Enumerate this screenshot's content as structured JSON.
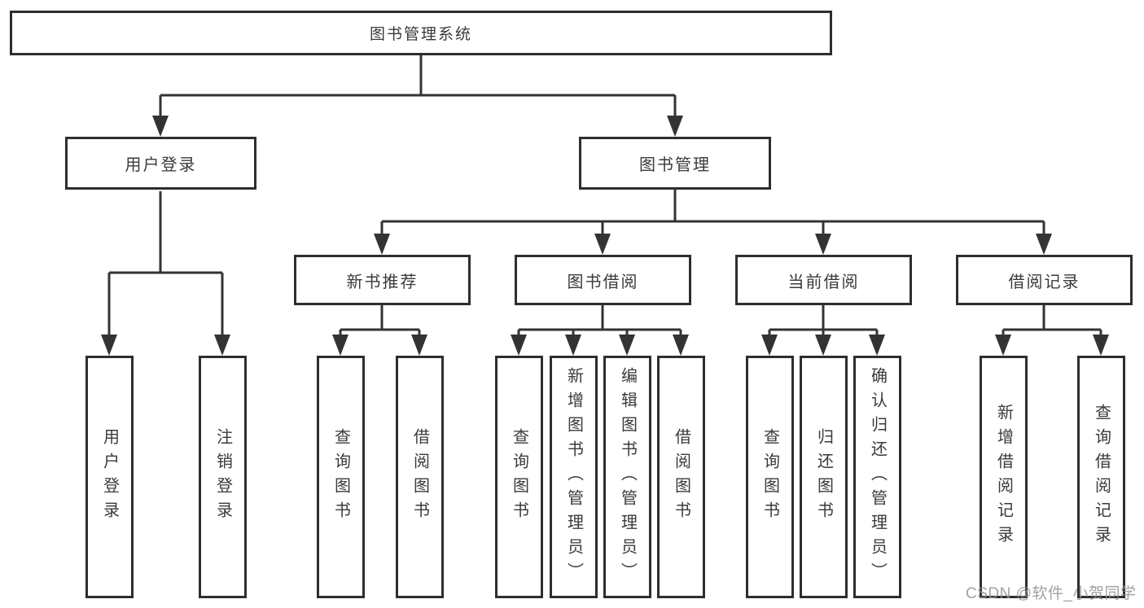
{
  "diagram_title": "图书管理系统",
  "tree": {
    "label": "图书管理系统",
    "children": [
      {
        "label": "用户登录",
        "children": [
          {
            "label": "用户登录"
          },
          {
            "label": "注销登录"
          }
        ]
      },
      {
        "label": "图书管理",
        "children": [
          {
            "label": "新书推荐",
            "children": [
              {
                "label": "查询图书"
              },
              {
                "label": "借阅图书"
              }
            ]
          },
          {
            "label": "图书借阅",
            "children": [
              {
                "label": "查询图书"
              },
              {
                "label": "新增图书（管理员）"
              },
              {
                "label": "编辑图书（管理员）"
              },
              {
                "label": "借阅图书"
              }
            ]
          },
          {
            "label": "当前借阅",
            "children": [
              {
                "label": "查询图书"
              },
              {
                "label": "归还图书"
              },
              {
                "label": "确认归还（管理员）"
              }
            ]
          },
          {
            "label": "借阅记录",
            "children": [
              {
                "label": "新增借阅记录"
              },
              {
                "label": "查询借阅记录"
              }
            ]
          }
        ]
      }
    ]
  },
  "watermark": {
    "text": "CSDN @软件_小贺同学"
  },
  "colors": {
    "line": "#333333",
    "box_border": "#2e2e2e",
    "text": "#3a3a3a",
    "watermark": "#919191",
    "background": "#ffffff"
  }
}
